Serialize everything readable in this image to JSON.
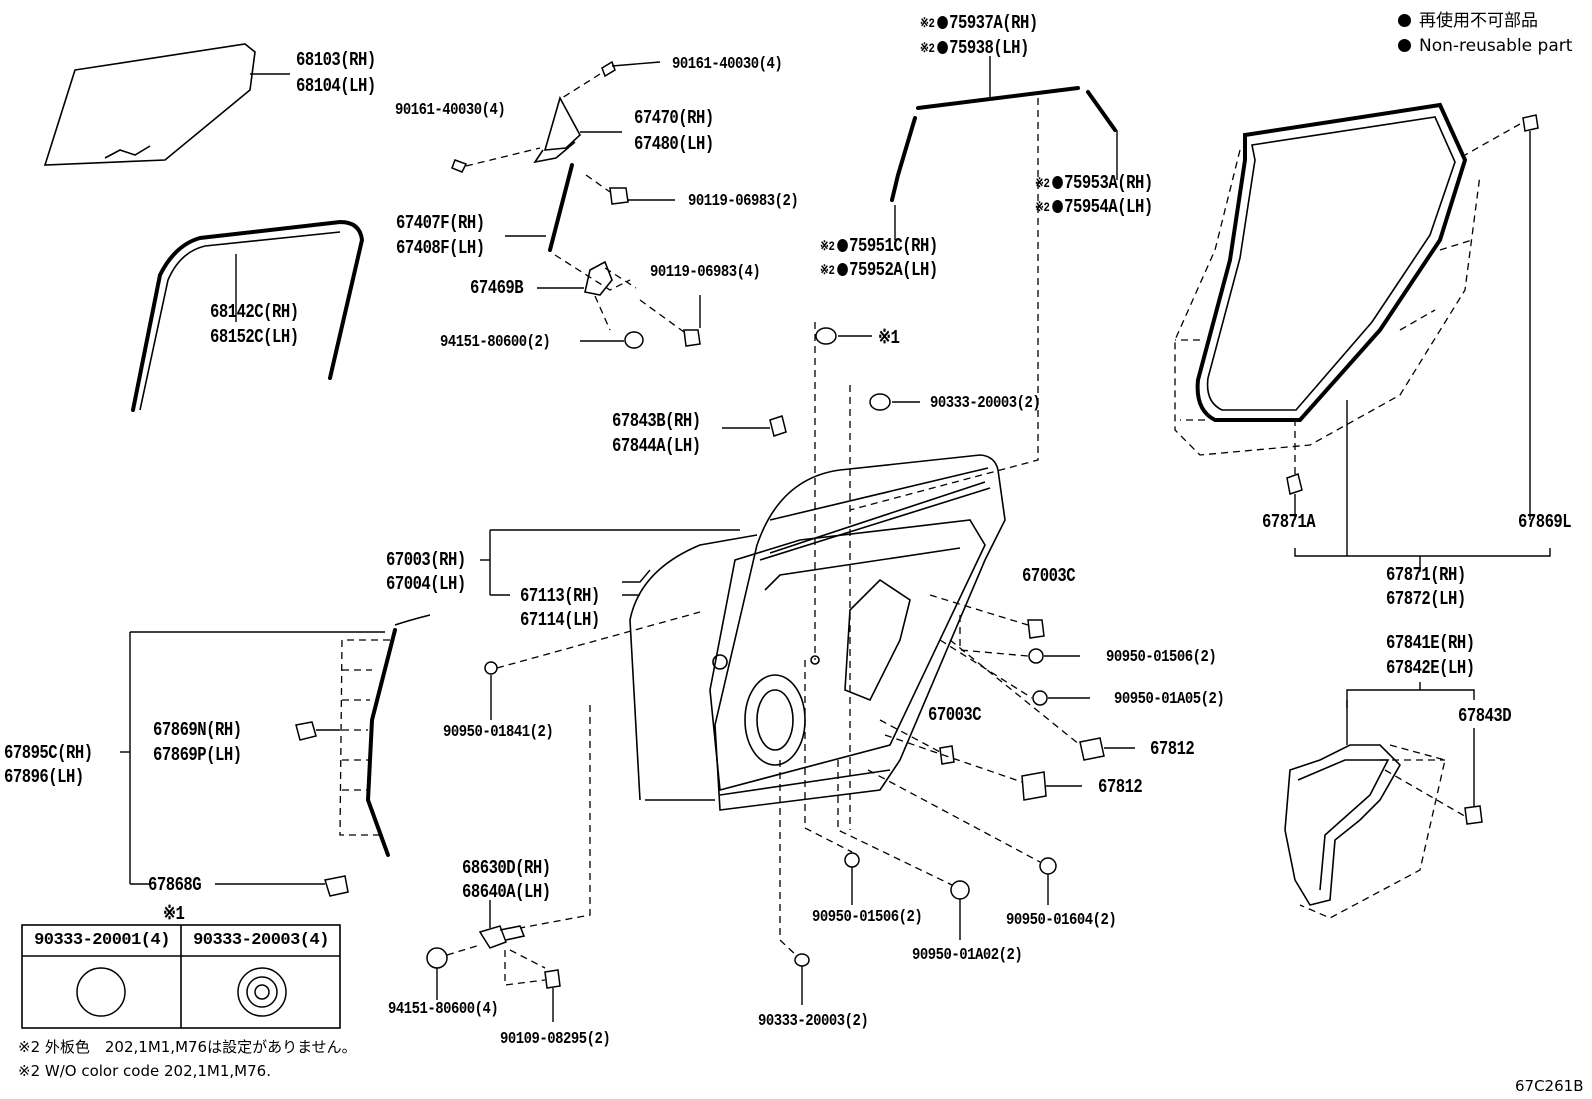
{
  "legend": {
    "jp": "再使用不可部品",
    "en": "Non-reusable part"
  },
  "mark_x2": "※2",
  "mark_x1": "※1",
  "labels": {
    "p68103": "68103(RH)",
    "p68104": "68104(LH)",
    "b90161_top": "90161-40030(4)",
    "b90161_left": "90161-40030(4)",
    "p67470": "67470(RH)",
    "p67480": "67480(LH)",
    "b90119_a": "90119-06983(2)",
    "p67407F": "67407F(RH)",
    "p67408F": "67408F(LH)",
    "p67469B": "67469B",
    "b90119_b": "90119-06983(4)",
    "n94151_top": "94151-80600(2)",
    "p68142C": "68142C(RH)",
    "p68152C": "68152C(LH)",
    "p75937A": "75937A(RH)",
    "p75938": "75938(LH)",
    "p75953A": "75953A(RH)",
    "p75954A": "75954A(LH)",
    "p75951C": "75951C(RH)",
    "p75952A": "75952A(LH)",
    "c90333_mid": "90333-20003(2)",
    "p67843B": "67843B(RH)",
    "p67844A": "67844A(LH)",
    "p67003": "67003(RH)",
    "p67004": "67004(LH)",
    "p67113": "67113(RH)",
    "p67114": "67114(LH)",
    "p67003C_a": "67003C",
    "p67003C_b": "67003C",
    "h90950_01506_a": "90950-01506(2)",
    "h90950_01A05": "90950-01A05(2)",
    "p67812_a": "67812",
    "p67812_b": "67812",
    "h90950_01841": "90950-01841(2)",
    "h90950_01506_b": "90950-01506(2)",
    "h90950_01604": "90950-01604(2)",
    "h90950_01A02": "90950-01A02(2)",
    "c90333_bot": "90333-20003(2)",
    "p67871A": "67871A",
    "p67869L": "67869L",
    "p67871": "67871(RH)",
    "p67872": "67872(LH)",
    "p67841E": "67841E(RH)",
    "p67842E": "67842E(LH)",
    "p67843D": "67843D",
    "p67895C": "67895C(RH)",
    "p67896": "67896(LH)",
    "p67869N": "67869N(RH)",
    "p67869P": "67869P(LH)",
    "p67868G": "67868G",
    "p68630D": "68630D(RH)",
    "p68640A": "68640A(LH)",
    "n94151_bot": "94151-80600(4)",
    "b90109": "90109-08295(2)"
  },
  "table": {
    "col1": "90333-20001(4)",
    "col2": "90333-20003(4)"
  },
  "notes": {
    "jp": "※2 外板色　202,1M1,M76は設定がありません。",
    "en": "※2 W/O color code 202,1M1,M76."
  },
  "illustration_code": "67C261B"
}
